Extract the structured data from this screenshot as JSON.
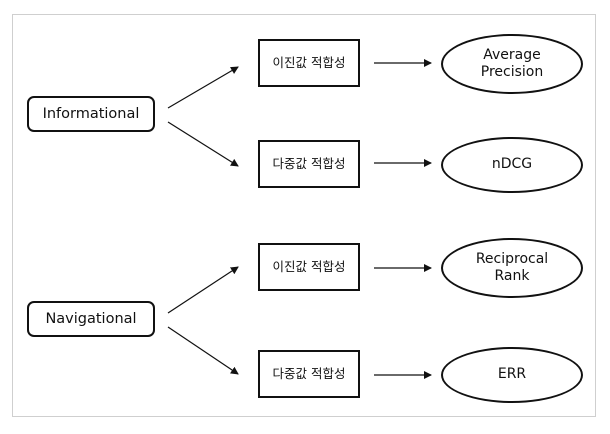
{
  "queries": [
    {
      "label": "Informational"
    },
    {
      "label": "Navigational"
    }
  ],
  "judgments": [
    {
      "label": "이진값 적합성"
    },
    {
      "label": "다중값 적합성"
    },
    {
      "label": "이진값 적합성"
    },
    {
      "label": "다중값 적합성"
    }
  ],
  "metrics": [
    {
      "line1": "Average",
      "line2": "Precision"
    },
    {
      "line1": "nDCG",
      "line2": ""
    },
    {
      "line1": "Reciprocal",
      "line2": "Rank"
    },
    {
      "line1": "ERR",
      "line2": ""
    }
  ],
  "colors": {
    "stroke": "#111111",
    "frame": "#cfcfcf",
    "background": "#ffffff"
  }
}
